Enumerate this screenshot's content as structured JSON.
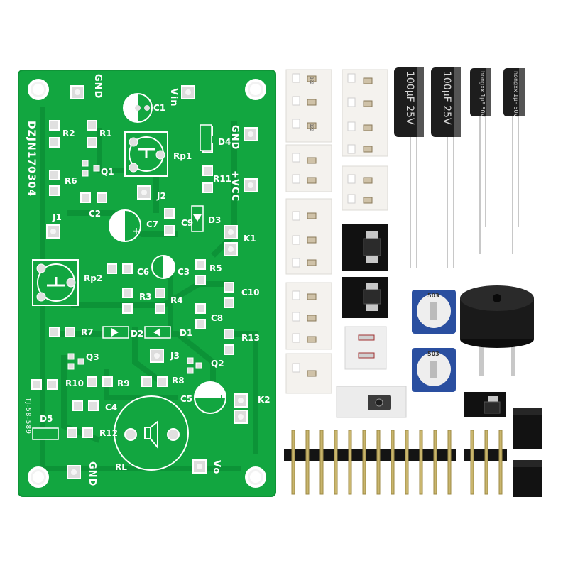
{
  "board": {
    "name": "DZJN170304",
    "side_text": "TJ-58-589",
    "colors": {
      "pcb": "#12a640",
      "trace": "#0c8c35",
      "silk": "#ffffff",
      "pad": "#d9d9d9"
    }
  },
  "labels": {
    "gnd_top": "GND",
    "vin": "Vin",
    "c1": "C1",
    "r2": "R2",
    "r1": "R1",
    "gnd_right": "GND",
    "d4": "D4",
    "rp1": "Rp1",
    "q1": "Q1",
    "r6": "R6",
    "r11": "R11",
    "vcc": "+VCC",
    "j2": "J2",
    "c2": "C2",
    "j1": "J1",
    "c7": "C7",
    "c9": "C9",
    "d3": "D3",
    "k1": "K1",
    "rp2": "Rp2",
    "c6": "C6",
    "c3": "C3",
    "r5": "R5",
    "r3": "R3",
    "r4": "R4",
    "c10": "C10",
    "c8": "C8",
    "r7": "R7",
    "d2": "D2",
    "d1": "D1",
    "r13": "R13",
    "q3": "Q3",
    "j3": "J3",
    "q2": "Q2",
    "r10": "R10",
    "r9": "R9",
    "r8": "R8",
    "c5": "C5",
    "k2": "K2",
    "c4": "C4",
    "d5": "D5",
    "r12": "R12",
    "rl": "RL",
    "gnd_bottom": "GND",
    "vo": "Vo"
  },
  "components": {
    "cap_large_1": "100μF 25V",
    "cap_large_2": "100μF 25V",
    "cap_small_1": "hongxx 1μF 50V",
    "cap_small_2": "hongxx 1μF 50V",
    "trimpot_1": "503",
    "trimpot_2": "503",
    "smd_code_a": "822",
    "smd_code_b": "822",
    "pin_header_long_count": 12,
    "pin_header_short_count": 3,
    "jumper_caps": 2
  }
}
